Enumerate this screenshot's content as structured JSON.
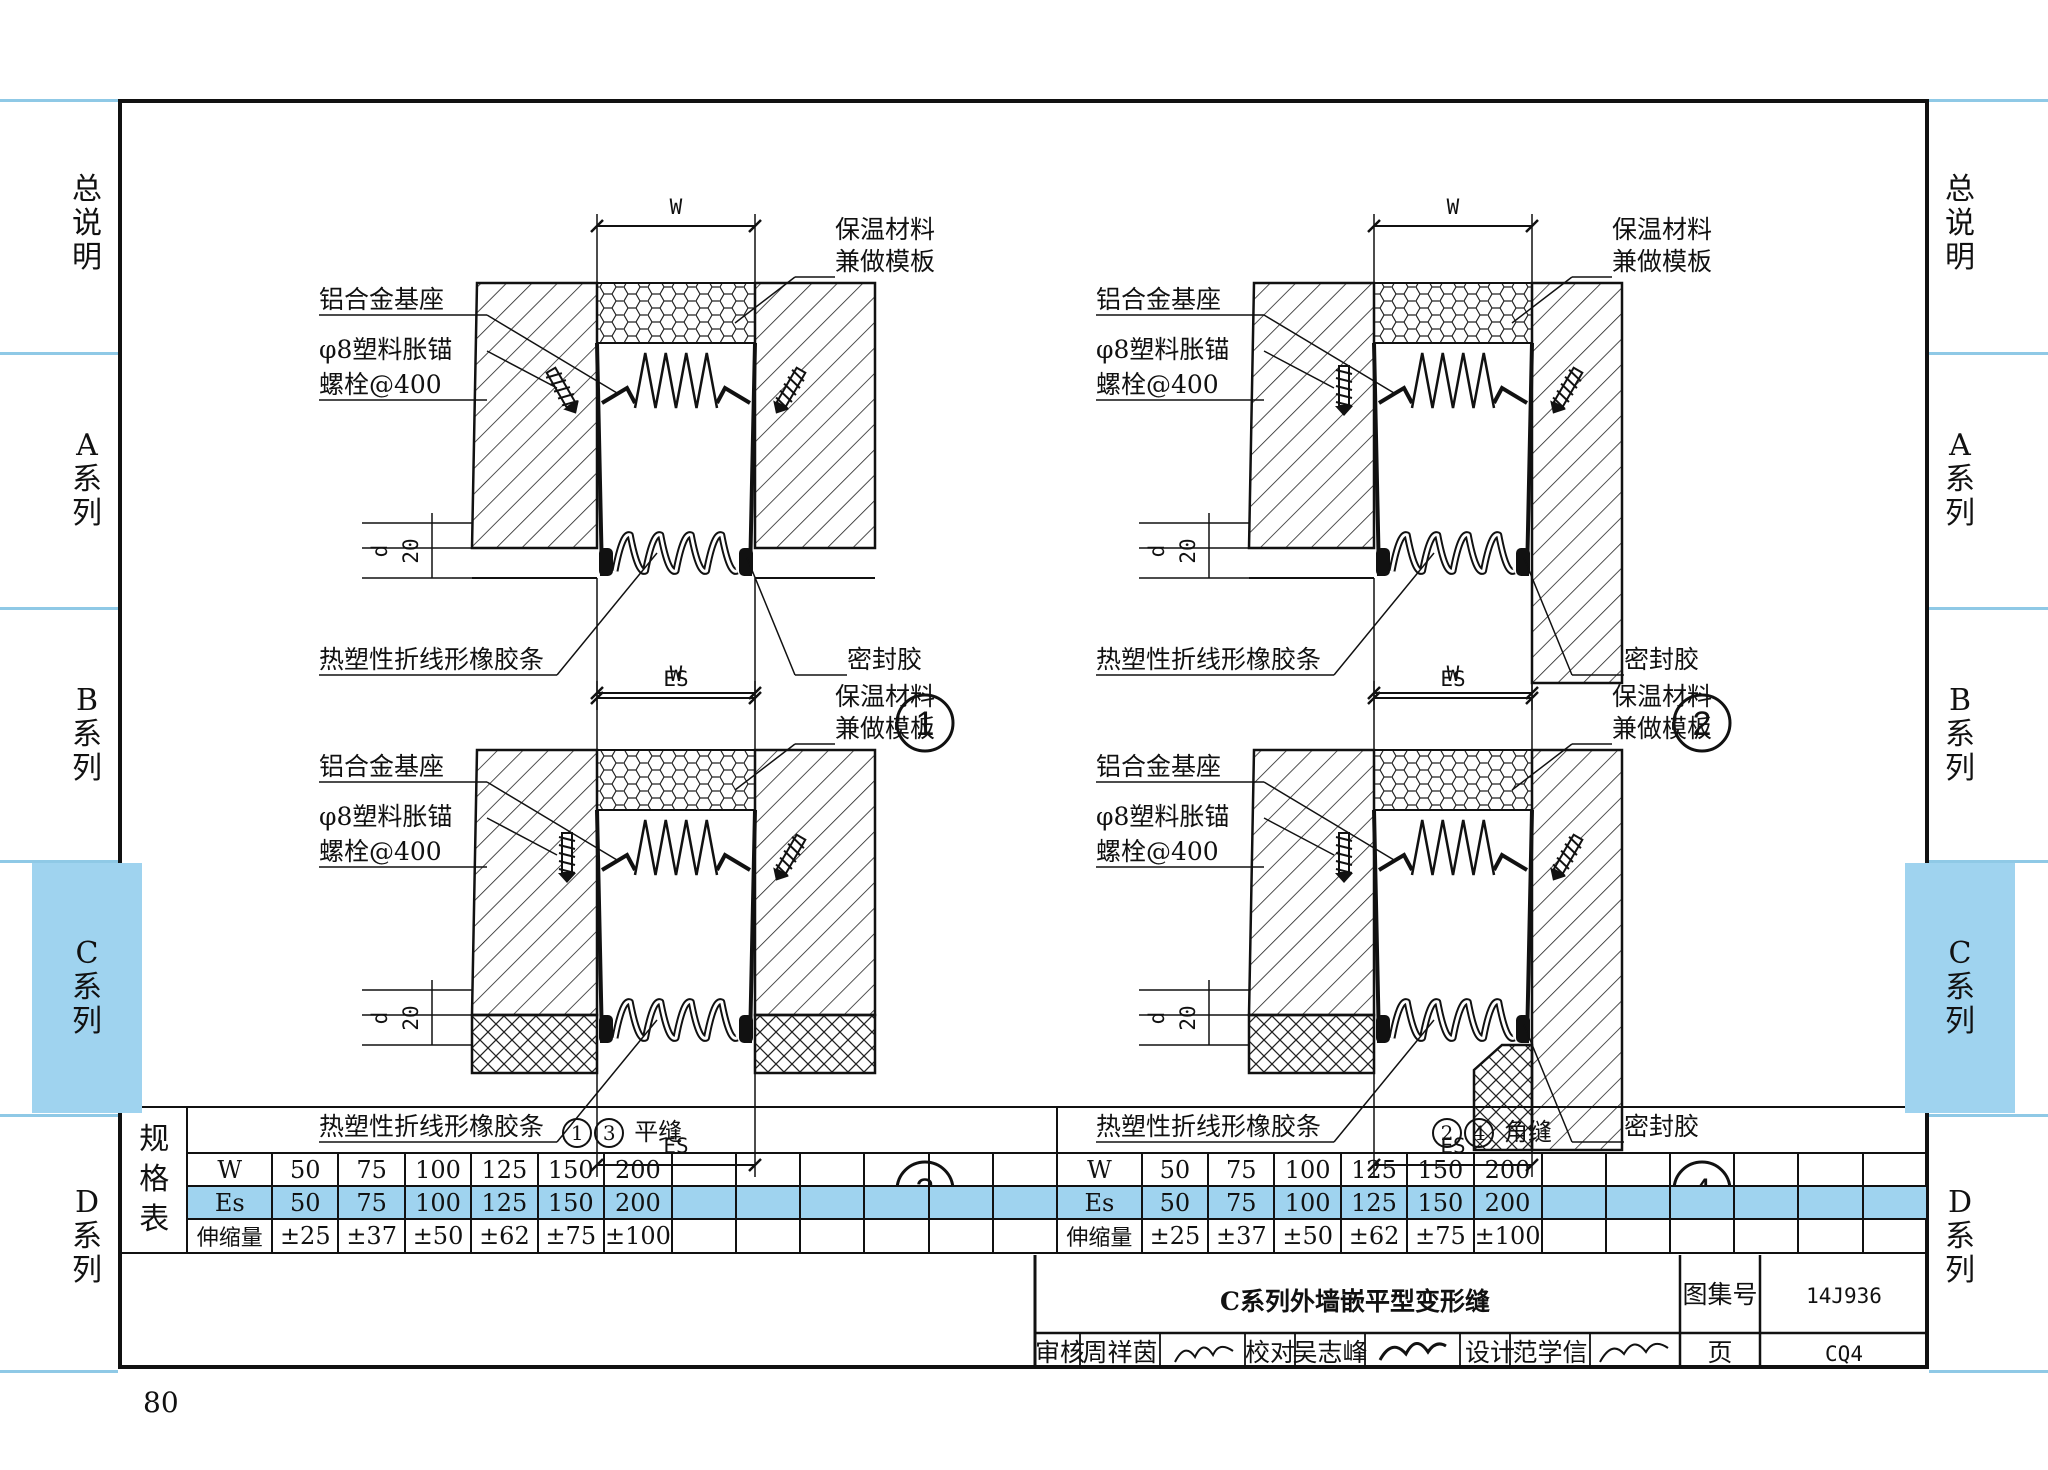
{
  "side_tabs": [
    {
      "label": "总说明",
      "active": false
    },
    {
      "label": "A系列",
      "active": false
    },
    {
      "label": "B系列",
      "active": false
    },
    {
      "label": "C系列",
      "active": true
    },
    {
      "label": "D系列",
      "active": false
    }
  ],
  "colors": {
    "tab_active": "#9fd3ef",
    "tab_line": "#8fc9e6",
    "row_highlight": "#9fd3ef"
  },
  "details": [
    {
      "number": "1",
      "w": "W",
      "es": "ES",
      "d": "d",
      "twenty": "20",
      "base": "铝合金基座",
      "anchor": "φ8塑料胀锚",
      "bolt": "螺栓@400",
      "insulation": "保温材料",
      "formwork": "兼做模板",
      "strip": "热塑性折线形橡胶条",
      "sealant": "密封胶"
    },
    {
      "number": "2",
      "w": "W",
      "es": "ES",
      "d": "d",
      "twenty": "20",
      "base": "铝合金基座",
      "anchor": "φ8塑料胀锚",
      "bolt": "螺栓@400",
      "insulation": "保温材料",
      "formwork": "兼做模板",
      "strip": "热塑性折线形橡胶条",
      "sealant": "密封胶"
    },
    {
      "number": "3",
      "w": "W",
      "es": "ES",
      "d": "d",
      "twenty": "20",
      "base": "铝合金基座",
      "anchor": "φ8塑料胀锚",
      "bolt": "螺栓@400",
      "insulation": "保温材料",
      "formwork": "兼做模板",
      "strip": "热塑性折线形橡胶条",
      "sealant": ""
    },
    {
      "number": "4",
      "w": "W",
      "es": "ES",
      "d": "d",
      "twenty": "20",
      "base": "铝合金基座",
      "anchor": "φ8塑料胀锚",
      "bolt": "螺栓@400",
      "insulation": "保温材料",
      "formwork": "兼做模板",
      "strip": "热塑性折线形橡胶条",
      "sealant": "密封胶"
    }
  ],
  "spec_table": {
    "side_label": [
      "规",
      "格",
      "表"
    ],
    "left_header": {
      "circles": [
        "1",
        "3"
      ],
      "text": "平缝"
    },
    "right_header": {
      "circles": [
        "2",
        "4"
      ],
      "text": "角缝"
    },
    "rows": [
      {
        "label": "W",
        "values": [
          "50",
          "75",
          "100",
          "125",
          "150",
          "200"
        ]
      },
      {
        "label": "Es",
        "values": [
          "50",
          "75",
          "100",
          "125",
          "150",
          "200"
        ]
      },
      {
        "label": "伸缩量",
        "values": [
          "±25",
          "±37",
          "±50",
          "±62",
          "±75",
          "±100"
        ]
      }
    ]
  },
  "title_block": {
    "title": "C系列外墙嵌平型变形缝",
    "atlas_label": "图集号",
    "atlas_no": "14J936",
    "review_label": "审核",
    "reviewer": "周祥茵",
    "check_label": "校对",
    "checker": "吴志峰",
    "design_label": "设计",
    "designer": "范学信",
    "page_label": "页",
    "page_code": "CQ4"
  },
  "page_number": "80"
}
